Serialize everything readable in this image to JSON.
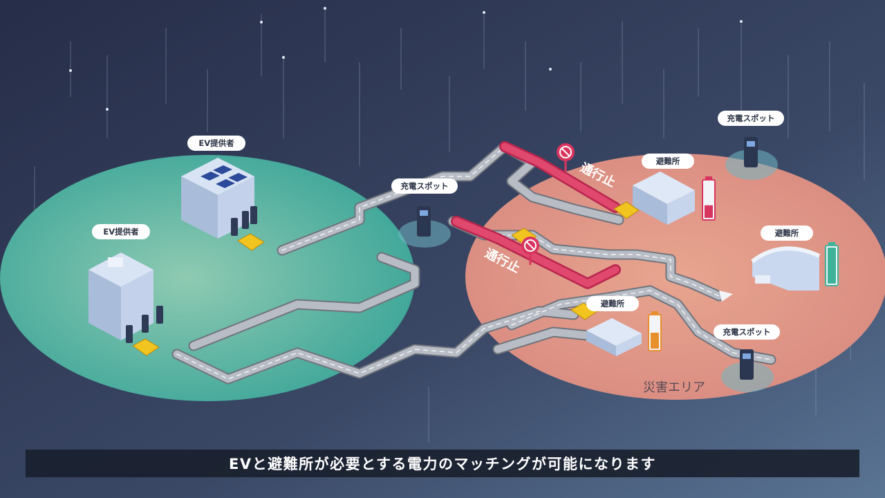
{
  "labels": {
    "provider_top": "EV提供者",
    "provider_left": "EV提供者",
    "charge_center": "充電スポット",
    "charge_top_right": "充電スポット",
    "charge_bottom_right": "充電スポット",
    "shelter_top": "避難所",
    "shelter_right": "避難所",
    "shelter_bottom": "避難所",
    "closed_top": "通行止",
    "closed_middle": "通行止",
    "disaster_area": "災害エリア"
  },
  "battery_levels": {
    "shelter_top": 0.35,
    "shelter_right": 1.0,
    "shelter_bottom": 0.5
  },
  "colors": {
    "background_top": "#2b3350",
    "background_bottom": "#4f6585",
    "supply_area": "#5bb8a2",
    "disaster_area": "#e39a86",
    "road": "#8c8f96",
    "closed_road": "#d8365f",
    "battery_red": "#d8365f",
    "battery_green": "#3fb39a",
    "battery_orange": "#e8902e",
    "car": "#f2c41f"
  },
  "icons": [
    "solar-panel-icon",
    "charging-station-icon",
    "car-icon",
    "no-entry-icon",
    "battery-icon",
    "wireless-signal-icon"
  ],
  "subtitle": "EVと避難所が必要とする電力のマッチングが可能になります"
}
